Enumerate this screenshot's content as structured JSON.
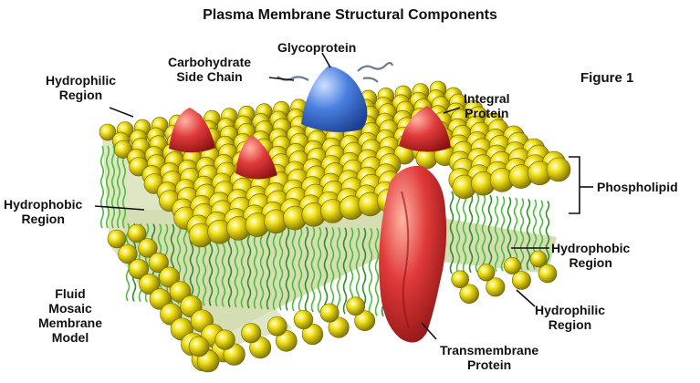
{
  "title": "Plasma Membrane Structural Components",
  "figure_label": "Figure 1",
  "labels": {
    "carbohydrate": [
      "Carbohydrate",
      "Side Chain"
    ],
    "glycoprotein": "Glycoprotein",
    "hydrophilic_top": [
      "Hydrophilic",
      "Region"
    ],
    "integral": [
      "Integral",
      "Protein"
    ],
    "phospholipid": "Phospholipid",
    "hydrophobic_left": [
      "Hydrophobic",
      "Region"
    ],
    "hydrophobic_right": [
      "Hydrophobic",
      "Region"
    ],
    "hydrophilic_bottom": [
      "Hydrophilic",
      "Region"
    ],
    "fluid_mosaic": [
      "Fluid",
      "Mosaic",
      "Membrane",
      "Model"
    ],
    "transmembrane": [
      "Transmembrane",
      "Protein"
    ]
  },
  "colors": {
    "head": "#f2e21a",
    "head_dark": "#7d7000",
    "tail": "#3fae2f",
    "protein": "#e03a3a",
    "glycoprotein": "#4a7fe0",
    "background": "#ffffff"
  }
}
